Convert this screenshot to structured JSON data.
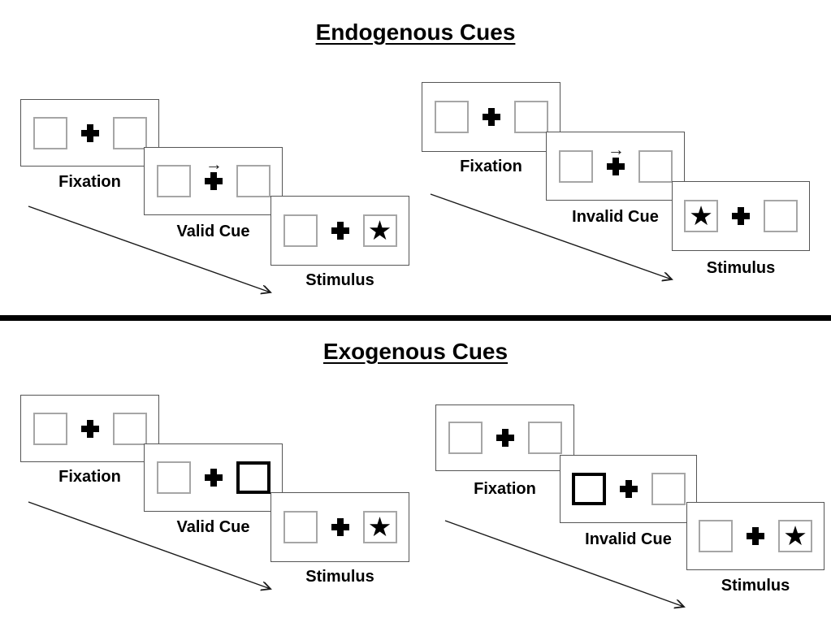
{
  "sections": [
    {
      "title": "Endogenous Cues",
      "groups": [
        {
          "name": "valid-sequence",
          "panels": [
            {
              "label": "Fixation",
              "cue_arrow": "",
              "left": {
                "symbol": "",
                "variant": "normal"
              },
              "right": {
                "symbol": "",
                "variant": "normal"
              }
            },
            {
              "label": "Valid Cue",
              "cue_arrow": "→",
              "left": {
                "symbol": "",
                "variant": "normal"
              },
              "right": {
                "symbol": "",
                "variant": "normal"
              }
            },
            {
              "label": "Stimulus",
              "cue_arrow": "",
              "left": {
                "symbol": "",
                "variant": "normal"
              },
              "right": {
                "symbol": "★",
                "variant": "normal"
              }
            }
          ]
        },
        {
          "name": "invalid-sequence",
          "panels": [
            {
              "label": "Fixation",
              "cue_arrow": "",
              "left": {
                "symbol": "",
                "variant": "normal"
              },
              "right": {
                "symbol": "",
                "variant": "normal"
              }
            },
            {
              "label": "Invalid Cue",
              "cue_arrow": "→",
              "left": {
                "symbol": "",
                "variant": "normal"
              },
              "right": {
                "symbol": "",
                "variant": "normal"
              }
            },
            {
              "label": "Stimulus",
              "cue_arrow": "",
              "left": {
                "symbol": "★",
                "variant": "normal"
              },
              "right": {
                "symbol": "",
                "variant": "normal"
              }
            }
          ]
        }
      ]
    },
    {
      "title": "Exogenous Cues",
      "groups": [
        {
          "name": "valid-sequence",
          "panels": [
            {
              "label": "Fixation",
              "cue_arrow": "",
              "left": {
                "symbol": "",
                "variant": "normal"
              },
              "right": {
                "symbol": "",
                "variant": "normal"
              }
            },
            {
              "label": "Valid Cue",
              "cue_arrow": "",
              "left": {
                "symbol": "",
                "variant": "normal"
              },
              "right": {
                "symbol": "",
                "variant": "cued"
              }
            },
            {
              "label": "Stimulus",
              "cue_arrow": "",
              "left": {
                "symbol": "",
                "variant": "normal"
              },
              "right": {
                "symbol": "★",
                "variant": "normal"
              }
            }
          ]
        },
        {
          "name": "invalid-sequence",
          "panels": [
            {
              "label": "Fixation",
              "cue_arrow": "",
              "left": {
                "symbol": "",
                "variant": "normal"
              },
              "right": {
                "symbol": "",
                "variant": "normal"
              }
            },
            {
              "label": "Invalid Cue",
              "cue_arrow": "",
              "left": {
                "symbol": "",
                "variant": "cued"
              },
              "right": {
                "symbol": "",
                "variant": "normal"
              }
            },
            {
              "label": "Stimulus",
              "cue_arrow": "",
              "left": {
                "symbol": "",
                "variant": "normal"
              },
              "right": {
                "symbol": "★",
                "variant": "normal"
              }
            }
          ]
        }
      ]
    }
  ],
  "colors": {
    "panel_border": "#555555",
    "box_border": "#a6a6a6",
    "cued_border": "#000000",
    "ink": "#000000"
  }
}
